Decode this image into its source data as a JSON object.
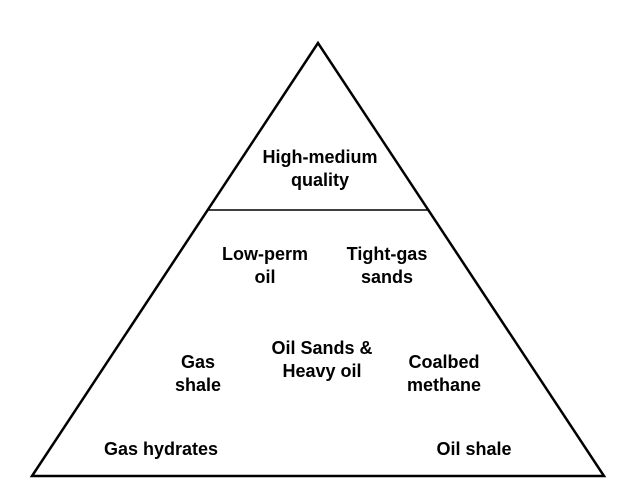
{
  "diagram": {
    "type": "resource-triangle",
    "colors": {
      "background": "#ffffff",
      "line": "#000000",
      "text": "#000000"
    },
    "tiers": {
      "top": {
        "label_line1": "High-medium",
        "label_line2": "quality"
      },
      "middle": {
        "low_perm_oil": {
          "line1": "Low-perm",
          "line2": "oil"
        },
        "tight_gas_sands": {
          "line1": "Tight-gas",
          "line2": "sands"
        },
        "gas_shale": {
          "line1": "Gas",
          "line2": "shale"
        },
        "oil_sands_heavy_oil": {
          "line1": "Oil Sands &",
          "line2": "Heavy oil"
        },
        "coalbed_methane": {
          "line1": "Coalbed",
          "line2": "methane"
        }
      },
      "bottom": {
        "gas_hydrates": "Gas hydrates",
        "oil_shale": "Oil shale"
      }
    }
  }
}
